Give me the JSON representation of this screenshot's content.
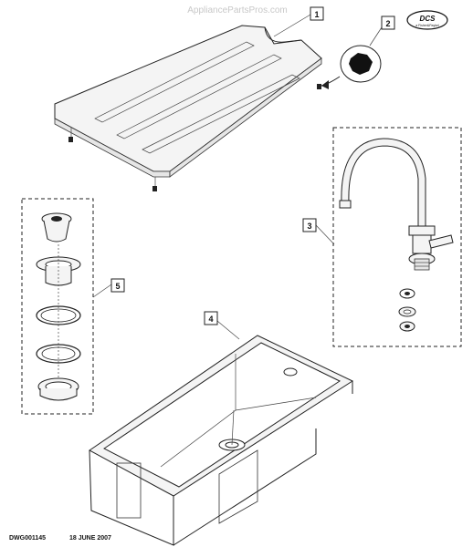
{
  "watermark": "AppliancePartsPros.com",
  "logo": {
    "brand": "DCS",
    "tagline": "a Fisher&Paykel"
  },
  "callouts": [
    {
      "id": "callout-1",
      "label": "1"
    },
    {
      "id": "callout-2",
      "label": "2"
    },
    {
      "id": "callout-3",
      "label": "3"
    },
    {
      "id": "callout-4",
      "label": "4"
    },
    {
      "id": "callout-5",
      "label": "5"
    }
  ],
  "footer": {
    "drawing_number": "DWG001145",
    "date": "18 JUNE 2007"
  }
}
